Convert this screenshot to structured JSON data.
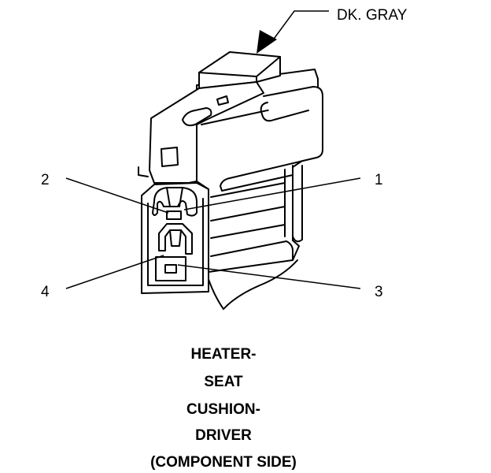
{
  "connector": {
    "color_label": "DK. GRAY",
    "pins": [
      {
        "number": "1"
      },
      {
        "number": "2"
      },
      {
        "number": "3"
      },
      {
        "number": "4"
      }
    ]
  },
  "caption": {
    "lines": [
      "HEATER-",
      "SEAT",
      "CUSHION-",
      "DRIVER",
      "(COMPONENT SIDE)"
    ]
  }
}
